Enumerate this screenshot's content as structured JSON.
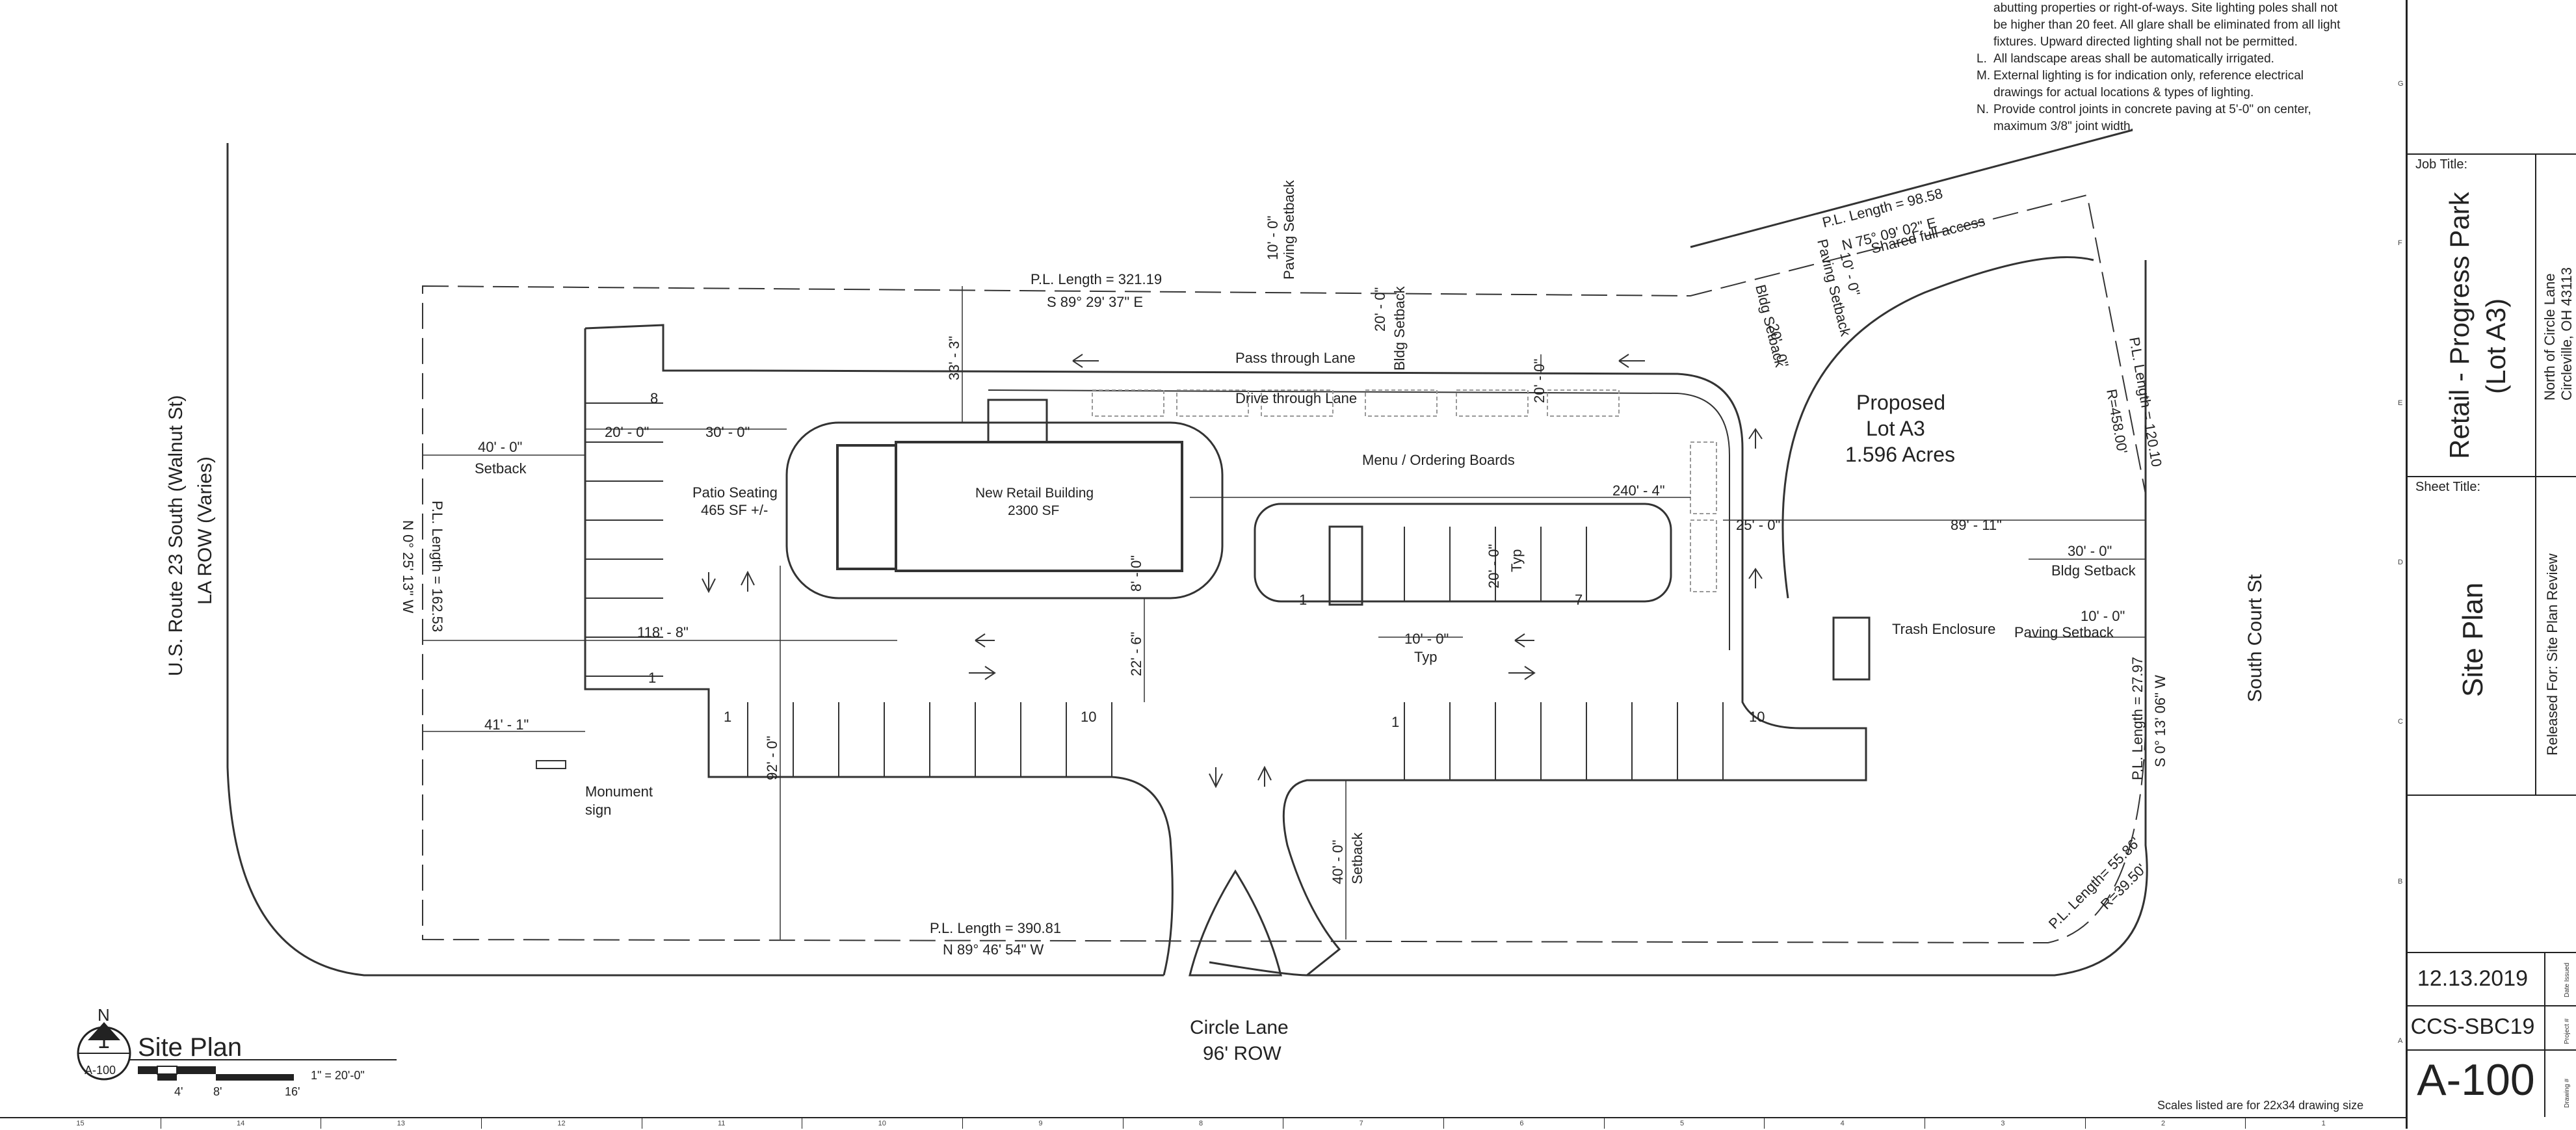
{
  "notes": [
    {
      "k": "",
      "text": "abutting properties or right-of-ways. Site lighting poles shall not"
    },
    {
      "k": "",
      "text": "be higher than 20 feet. All glare shall be eliminated from all light"
    },
    {
      "k": "",
      "text": "fixtures. Upward directed lighting shall not be permitted."
    },
    {
      "k": "L.",
      "text": "All landscape areas shall be automatically irrigated."
    },
    {
      "k": "M.",
      "text": "External lighting is for indication only, reference electrical"
    },
    {
      "k": "",
      "text": "drawings for actual locations & types of lighting."
    },
    {
      "k": "N.",
      "text": "Provide control joints in concrete paving at 5'-0\" on center,"
    },
    {
      "k": "",
      "text": "maximum 3/8\" joint width."
    }
  ],
  "labels": {
    "route": "U.S. Route 23 South (Walnut St)",
    "route_row": "LA ROW (Varies)",
    "south_court": "South Court St",
    "circle_lane": "Circle Lane",
    "circle_row": "96' ROW",
    "building": "New Retail Building",
    "building_sf": "2300 SF",
    "patio": "Patio Seating",
    "patio_sf": "465 SF +/-",
    "pass_lane": "Pass through Lane",
    "drive_lane": "Drive through Lane",
    "menu": "Menu / Ordering Boards",
    "lot": "Proposed",
    "lot_name": "Lot A3",
    "lot_acres": "1.596 Acres",
    "trash": "Trash Enclosure",
    "shared": "Shared full access",
    "monument": "Monument",
    "monument2": "sign",
    "setback": "Setback",
    "bldg_setback": "Bldg Setback",
    "paving_setback": "Paving Setback",
    "typ": "Typ"
  },
  "dims": {
    "pl_top": "P.L. Length = 321.19",
    "pl_top_b": "S 89° 29' 37\" E",
    "pl_bottom": "P.L. Length = 390.81",
    "pl_bottom_b": "N 89° 46' 54\" W",
    "pl_left": "P.L. Length = 162.53",
    "pl_left_b": "N 0° 25' 13\" W",
    "pl_ne": "P.L. Length = 98.58",
    "pl_ne_b": "N 75° 09' 02\" E",
    "pl_right": "P.L. Length = 120.10",
    "pl_right_b": "R=458.00'",
    "pl_right2": "P.L. Length = 27.97",
    "pl_right2_b": "S 0° 13' 06\" W",
    "pl_arc": "P.L. Length= 55.86'",
    "pl_arc_b": "R=39.50'",
    "d40": "40' - 0\"",
    "d20": "20' - 0\"",
    "d30": "30' - 0\"",
    "d33": "33' - 3\"",
    "d10": "10' - 0\"",
    "d118": "118' - 8\"",
    "d41": "41' - 1\"",
    "d92": "92' - 0\"",
    "d22": "22' - 6\"",
    "d240": "240' - 4\"",
    "d25": "25' - 0\"",
    "d89": "89' - 11\"",
    "d8": "8' - 0\""
  },
  "stalls": {
    "b": "8",
    "one": "1",
    "ten": "10",
    "seven": "7"
  },
  "north": {
    "letter": "N",
    "num": "1",
    "sheet": "A-100",
    "title": "Site Plan"
  },
  "scale": {
    "s1": "4'",
    "s2": "8'",
    "s3": "16'",
    "ratio": "1\" = 20'-0\""
  },
  "titleblock": {
    "job_title_label": "Job Title:",
    "job_title": "Retail - Progress Park",
    "job_title2": "(Lot A3)",
    "address1": "North of Circle Lane",
    "address2": "Circleville, OH 43113",
    "sheet_title_label": "Sheet Title:",
    "sheet_title": "Site Plan",
    "released": "Released For: Site Plan Review",
    "date": "12.13.2019",
    "project": "CCS-SBC19",
    "drawing": "A-100",
    "date_lbl": "Date Issued",
    "project_lbl": "Project #",
    "drawing_lbl": "Drawing #"
  },
  "footer": {
    "scale_note": "Scales listed are for 22x34 drawing size"
  },
  "grid_numbers": [
    "15",
    "14",
    "13",
    "12",
    "11",
    "10",
    "9",
    "8",
    "7",
    "6",
    "5",
    "4",
    "3",
    "2",
    "1"
  ],
  "grid_letters": [
    "G",
    "F",
    "E",
    "D",
    "C",
    "B",
    "A"
  ]
}
